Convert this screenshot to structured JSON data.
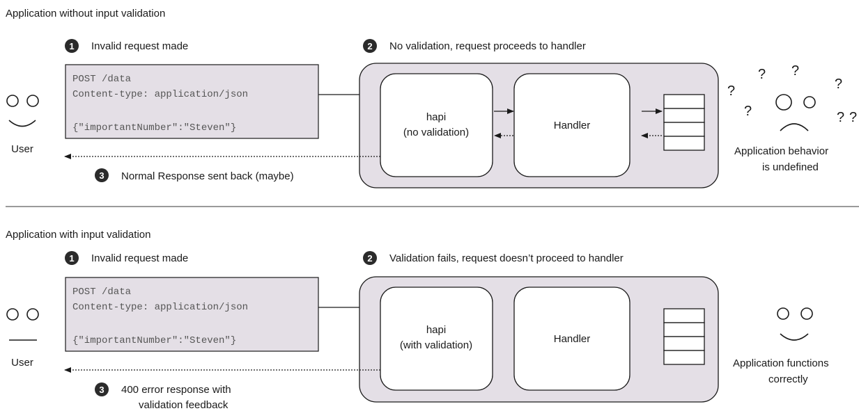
{
  "panel_top": {
    "title": "Application without input validation",
    "step1": {
      "num": "1",
      "label": "Invalid request made"
    },
    "step2": {
      "num": "2",
      "label": "No validation, request proceeds to handler"
    },
    "step3": {
      "num": "3",
      "label": "Normal Response sent back (maybe)"
    },
    "request": {
      "line1": "POST /data",
      "line2": "Content-type: application/json",
      "line3": "{\"importantNumber\":\"Steven\"}"
    },
    "hapi": {
      "line1": "hapi",
      "line2": "(no validation)"
    },
    "handler": "Handler",
    "user_label": "User",
    "app_label": {
      "line1": "Application behavior",
      "line2": "is undefined"
    },
    "question_mark": "?"
  },
  "panel_bottom": {
    "title": "Application with input validation",
    "step1": {
      "num": "1",
      "label": "Invalid request made"
    },
    "step2": {
      "num": "2",
      "label": "Validation fails, request doesn’t proceed to handler"
    },
    "step3": {
      "num": "3",
      "line1": "400 error response with",
      "line2": "validation feedback"
    },
    "request": {
      "line1": "POST /data",
      "line2": "Content-type: application/json",
      "line3": "{\"importantNumber\":\"Steven\"}"
    },
    "hapi": {
      "line1": "hapi",
      "line2": "(with validation)"
    },
    "handler": "Handler",
    "user_label": "User",
    "app_label": {
      "line1": "Application functions",
      "line2": "correctly"
    }
  },
  "colors": {
    "container_fill": "#e4dfe6",
    "request_fill": "#e4dfe6",
    "badge_fill": "#2b2b2b",
    "stroke": "#1a1a1a",
    "divider": "#9a9a9a"
  }
}
